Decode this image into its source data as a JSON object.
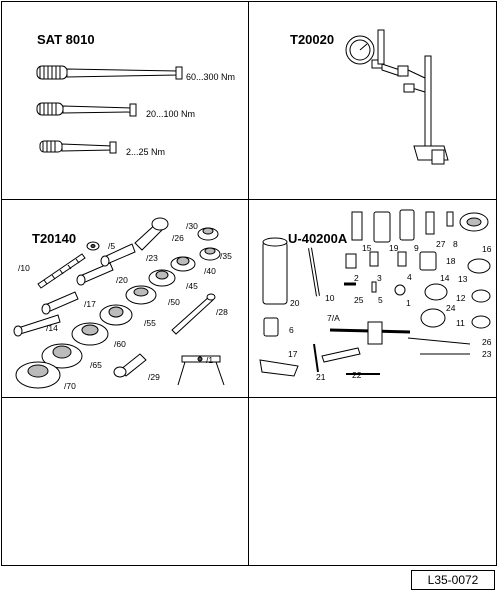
{
  "panels": {
    "sat8010": {
      "title": "SAT 8010",
      "wrench_large_range": "60...300 Nm",
      "wrench_medium_range": "20...100 Nm",
      "wrench_small_range": "2...25 Nm"
    },
    "t20020": {
      "title": "T20020"
    },
    "t20140": {
      "title": "T20140",
      "parts": [
        "/5",
        "/10",
        "/14",
        "/17",
        "/20",
        "/23",
        "/26",
        "/28",
        "/29",
        "/30",
        "/35",
        "/40",
        "/45",
        "/50",
        "/55",
        "/60",
        "/65",
        "/70",
        "/1"
      ]
    },
    "u40200a": {
      "title": "U-40200A",
      "parts": [
        "15",
        "19",
        "9",
        "27",
        "8",
        "16",
        "20",
        "10",
        "2",
        "3",
        "4",
        "18",
        "13",
        "25",
        "5",
        "1",
        "14",
        "24",
        "12",
        "6",
        "7/A",
        "11",
        "26",
        "23",
        "17",
        "21",
        "22"
      ]
    }
  },
  "drawing_code": "L35-0072"
}
